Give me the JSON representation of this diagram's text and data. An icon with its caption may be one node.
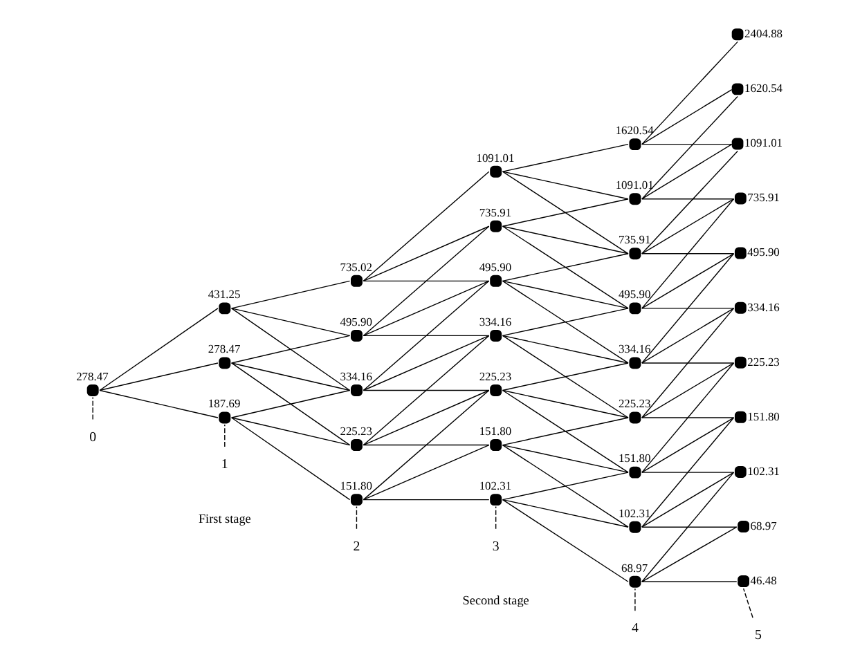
{
  "diagram": {
    "nodes": [
      {
        "text": [
          "278.47"
        ]
      },
      {
        "text": [
          "431.25"
        ]
      },
      {
        "text": [
          "278.47"
        ]
      },
      {
        "text": [
          "187.69"
        ]
      },
      {
        "text": [
          "735.02"
        ]
      },
      {
        "text": [
          "495.90"
        ]
      },
      {
        "text": [
          "334.16"
        ]
      },
      {
        "text": [
          "225.23"
        ]
      },
      {
        "text": [
          "151.80"
        ]
      },
      {
        "text": [
          "1091.01"
        ]
      },
      {
        "text": [
          "735.91"
        ]
      },
      {
        "text": [
          "495.90"
        ]
      },
      {
        "text": [
          "334.16"
        ]
      },
      {
        "text": [
          "225.23"
        ]
      },
      {
        "text": [
          "151.80"
        ]
      },
      {
        "text": [
          "102.31"
        ]
      },
      {
        "text": [
          "1620.54"
        ]
      },
      {
        "text": [
          "1091.01"
        ]
      },
      {
        "text": [
          "735.91"
        ]
      },
      {
        "text": [
          "495.90"
        ]
      },
      {
        "text": [
          "334.16"
        ]
      },
      {
        "text": [
          "225.23"
        ]
      },
      {
        "text": [
          "151.80"
        ]
      },
      {
        "text": [
          "102.31"
        ]
      },
      {
        "text": [
          "68.97"
        ]
      },
      {
        "text": [
          "2404.88"
        ]
      },
      {
        "text": [
          "1620.54"
        ]
      },
      {
        "text": [
          "1091.01"
        ]
      },
      {
        "text": [
          "735.91"
        ]
      },
      {
        "text": [
          "495.90"
        ]
      },
      {
        "text": [
          "334.16"
        ]
      },
      {
        "text": [
          "225.23"
        ]
      },
      {
        "text": [
          "151.80"
        ]
      },
      {
        "text": [
          "102.31"
        ]
      },
      {
        "text": [
          "68.97"
        ]
      },
      {
        "text": [
          "46.48"
        ]
      },
      {
        "text": [
          "0"
        ]
      },
      {
        "text": [
          "1"
        ]
      },
      {
        "text": [
          "2"
        ]
      },
      {
        "text": [
          "3"
        ]
      },
      {
        "text": [
          "4"
        ]
      },
      {
        "text": [
          "5"
        ]
      }
    ],
    "edges": [
      {
        "from": 0,
        "to": 1,
        "arrow": "none"
      },
      {
        "from": 0,
        "to": 2,
        "arrow": "none"
      },
      {
        "from": 0,
        "to": 3,
        "arrow": "none"
      },
      {
        "from": 1,
        "to": 4,
        "arrow": "none"
      },
      {
        "from": 1,
        "to": 5,
        "arrow": "none"
      },
      {
        "from": 1,
        "to": 6,
        "arrow": "none"
      },
      {
        "from": 2,
        "to": 5,
        "arrow": "none"
      },
      {
        "from": 2,
        "to": 6,
        "arrow": "none"
      },
      {
        "from": 2,
        "to": 7,
        "arrow": "none"
      },
      {
        "from": 3,
        "to": 6,
        "arrow": "none"
      },
      {
        "from": 3,
        "to": 7,
        "arrow": "none"
      },
      {
        "from": 3,
        "to": 8,
        "arrow": "none"
      },
      {
        "from": 4,
        "to": 9,
        "arrow": "none"
      },
      {
        "from": 4,
        "to": 10,
        "arrow": "none"
      },
      {
        "from": 4,
        "to": 11,
        "arrow": "none"
      },
      {
        "from": 5,
        "to": 10,
        "arrow": "none"
      },
      {
        "from": 5,
        "to": 11,
        "arrow": "none"
      },
      {
        "from": 5,
        "to": 12,
        "arrow": "none"
      },
      {
        "from": 6,
        "to": 11,
        "arrow": "none"
      },
      {
        "from": 6,
        "to": 12,
        "arrow": "none"
      },
      {
        "from": 6,
        "to": 13,
        "arrow": "none"
      },
      {
        "from": 7,
        "to": 12,
        "arrow": "none"
      },
      {
        "from": 7,
        "to": 13,
        "arrow": "none"
      },
      {
        "from": 7,
        "to": 14,
        "arrow": "none"
      },
      {
        "from": 8,
        "to": 13,
        "arrow": "none"
      },
      {
        "from": 8,
        "to": 14,
        "arrow": "none"
      },
      {
        "from": 8,
        "to": 15,
        "arrow": "none"
      },
      {
        "from": 9,
        "to": 16,
        "arrow": "none"
      },
      {
        "from": 9,
        "to": 17,
        "arrow": "none"
      },
      {
        "from": 9,
        "to": 18,
        "arrow": "none"
      },
      {
        "from": 10,
        "to": 17,
        "arrow": "none"
      },
      {
        "from": 10,
        "to": 18,
        "arrow": "none"
      },
      {
        "from": 10,
        "to": 19,
        "arrow": "none"
      },
      {
        "from": 11,
        "to": 18,
        "arrow": "none"
      },
      {
        "from": 11,
        "to": 19,
        "arrow": "none"
      },
      {
        "from": 11,
        "to": 20,
        "arrow": "none"
      },
      {
        "from": 12,
        "to": 19,
        "arrow": "none"
      },
      {
        "from": 12,
        "to": 20,
        "arrow": "none"
      },
      {
        "from": 12,
        "to": 21,
        "arrow": "none"
      },
      {
        "from": 13,
        "to": 20,
        "arrow": "none"
      },
      {
        "from": 13,
        "to": 21,
        "arrow": "none"
      },
      {
        "from": 13,
        "to": 22,
        "arrow": "none"
      },
      {
        "from": 14,
        "to": 21,
        "arrow": "none"
      },
      {
        "from": 14,
        "to": 22,
        "arrow": "none"
      },
      {
        "from": 14,
        "to": 23,
        "arrow": "none"
      },
      {
        "from": 15,
        "to": 22,
        "arrow": "none"
      },
      {
        "from": 15,
        "to": 23,
        "arrow": "none"
      },
      {
        "from": 15,
        "to": 24,
        "arrow": "none"
      },
      {
        "from": 16,
        "to": 25,
        "arrow": "none"
      },
      {
        "from": 16,
        "to": 26,
        "arrow": "none"
      },
      {
        "from": 16,
        "to": 27,
        "arrow": "none"
      },
      {
        "from": 17,
        "to": 26,
        "arrow": "none"
      },
      {
        "from": 17,
        "to": 27,
        "arrow": "none"
      },
      {
        "from": 17,
        "to": 28,
        "arrow": "none"
      },
      {
        "from": 18,
        "to": 27,
        "arrow": "none"
      },
      {
        "from": 18,
        "to": 28,
        "arrow": "none"
      },
      {
        "from": 18,
        "to": 29,
        "arrow": "none"
      },
      {
        "from": 19,
        "to": 28,
        "arrow": "none"
      },
      {
        "from": 19,
        "to": 29,
        "arrow": "none"
      },
      {
        "from": 19,
        "to": 30,
        "arrow": "none"
      },
      {
        "from": 20,
        "to": 29,
        "arrow": "none"
      },
      {
        "from": 20,
        "to": 30,
        "arrow": "none"
      },
      {
        "from": 20,
        "to": 31,
        "arrow": "none"
      },
      {
        "from": 21,
        "to": 30,
        "arrow": "none"
      },
      {
        "from": 21,
        "to": 31,
        "arrow": "none"
      },
      {
        "from": 21,
        "to": 32,
        "arrow": "none"
      },
      {
        "from": 22,
        "to": 31,
        "arrow": "none"
      },
      {
        "from": 22,
        "to": 32,
        "arrow": "none"
      },
      {
        "from": 22,
        "to": 33,
        "arrow": "none"
      },
      {
        "from": 23,
        "to": 32,
        "arrow": "none"
      },
      {
        "from": 23,
        "to": 33,
        "arrow": "none"
      },
      {
        "from": 23,
        "to": 34,
        "arrow": "none"
      },
      {
        "from": 24,
        "to": 33,
        "arrow": "none"
      },
      {
        "from": 24,
        "to": 34,
        "arrow": "none"
      },
      {
        "from": 24,
        "to": 35,
        "arrow": "none"
      },
      {
        "from": 0,
        "to": 36,
        "arrow": "none",
        "style": "dashed"
      },
      {
        "from": 3,
        "to": 37,
        "arrow": "none",
        "style": "dashed"
      },
      {
        "from": 8,
        "to": 38,
        "arrow": "none",
        "style": "dashed"
      },
      {
        "from": 15,
        "to": 39,
        "arrow": "none",
        "style": "dashed"
      },
      {
        "from": 24,
        "to": 40,
        "arrow": "none",
        "style": "dashed"
      },
      {
        "from": 35,
        "to": 41,
        "arrow": "none",
        "style": "dashed"
      }
    ],
    "labels": [
      "First stage",
      "Second stage"
    ]
  }
}
